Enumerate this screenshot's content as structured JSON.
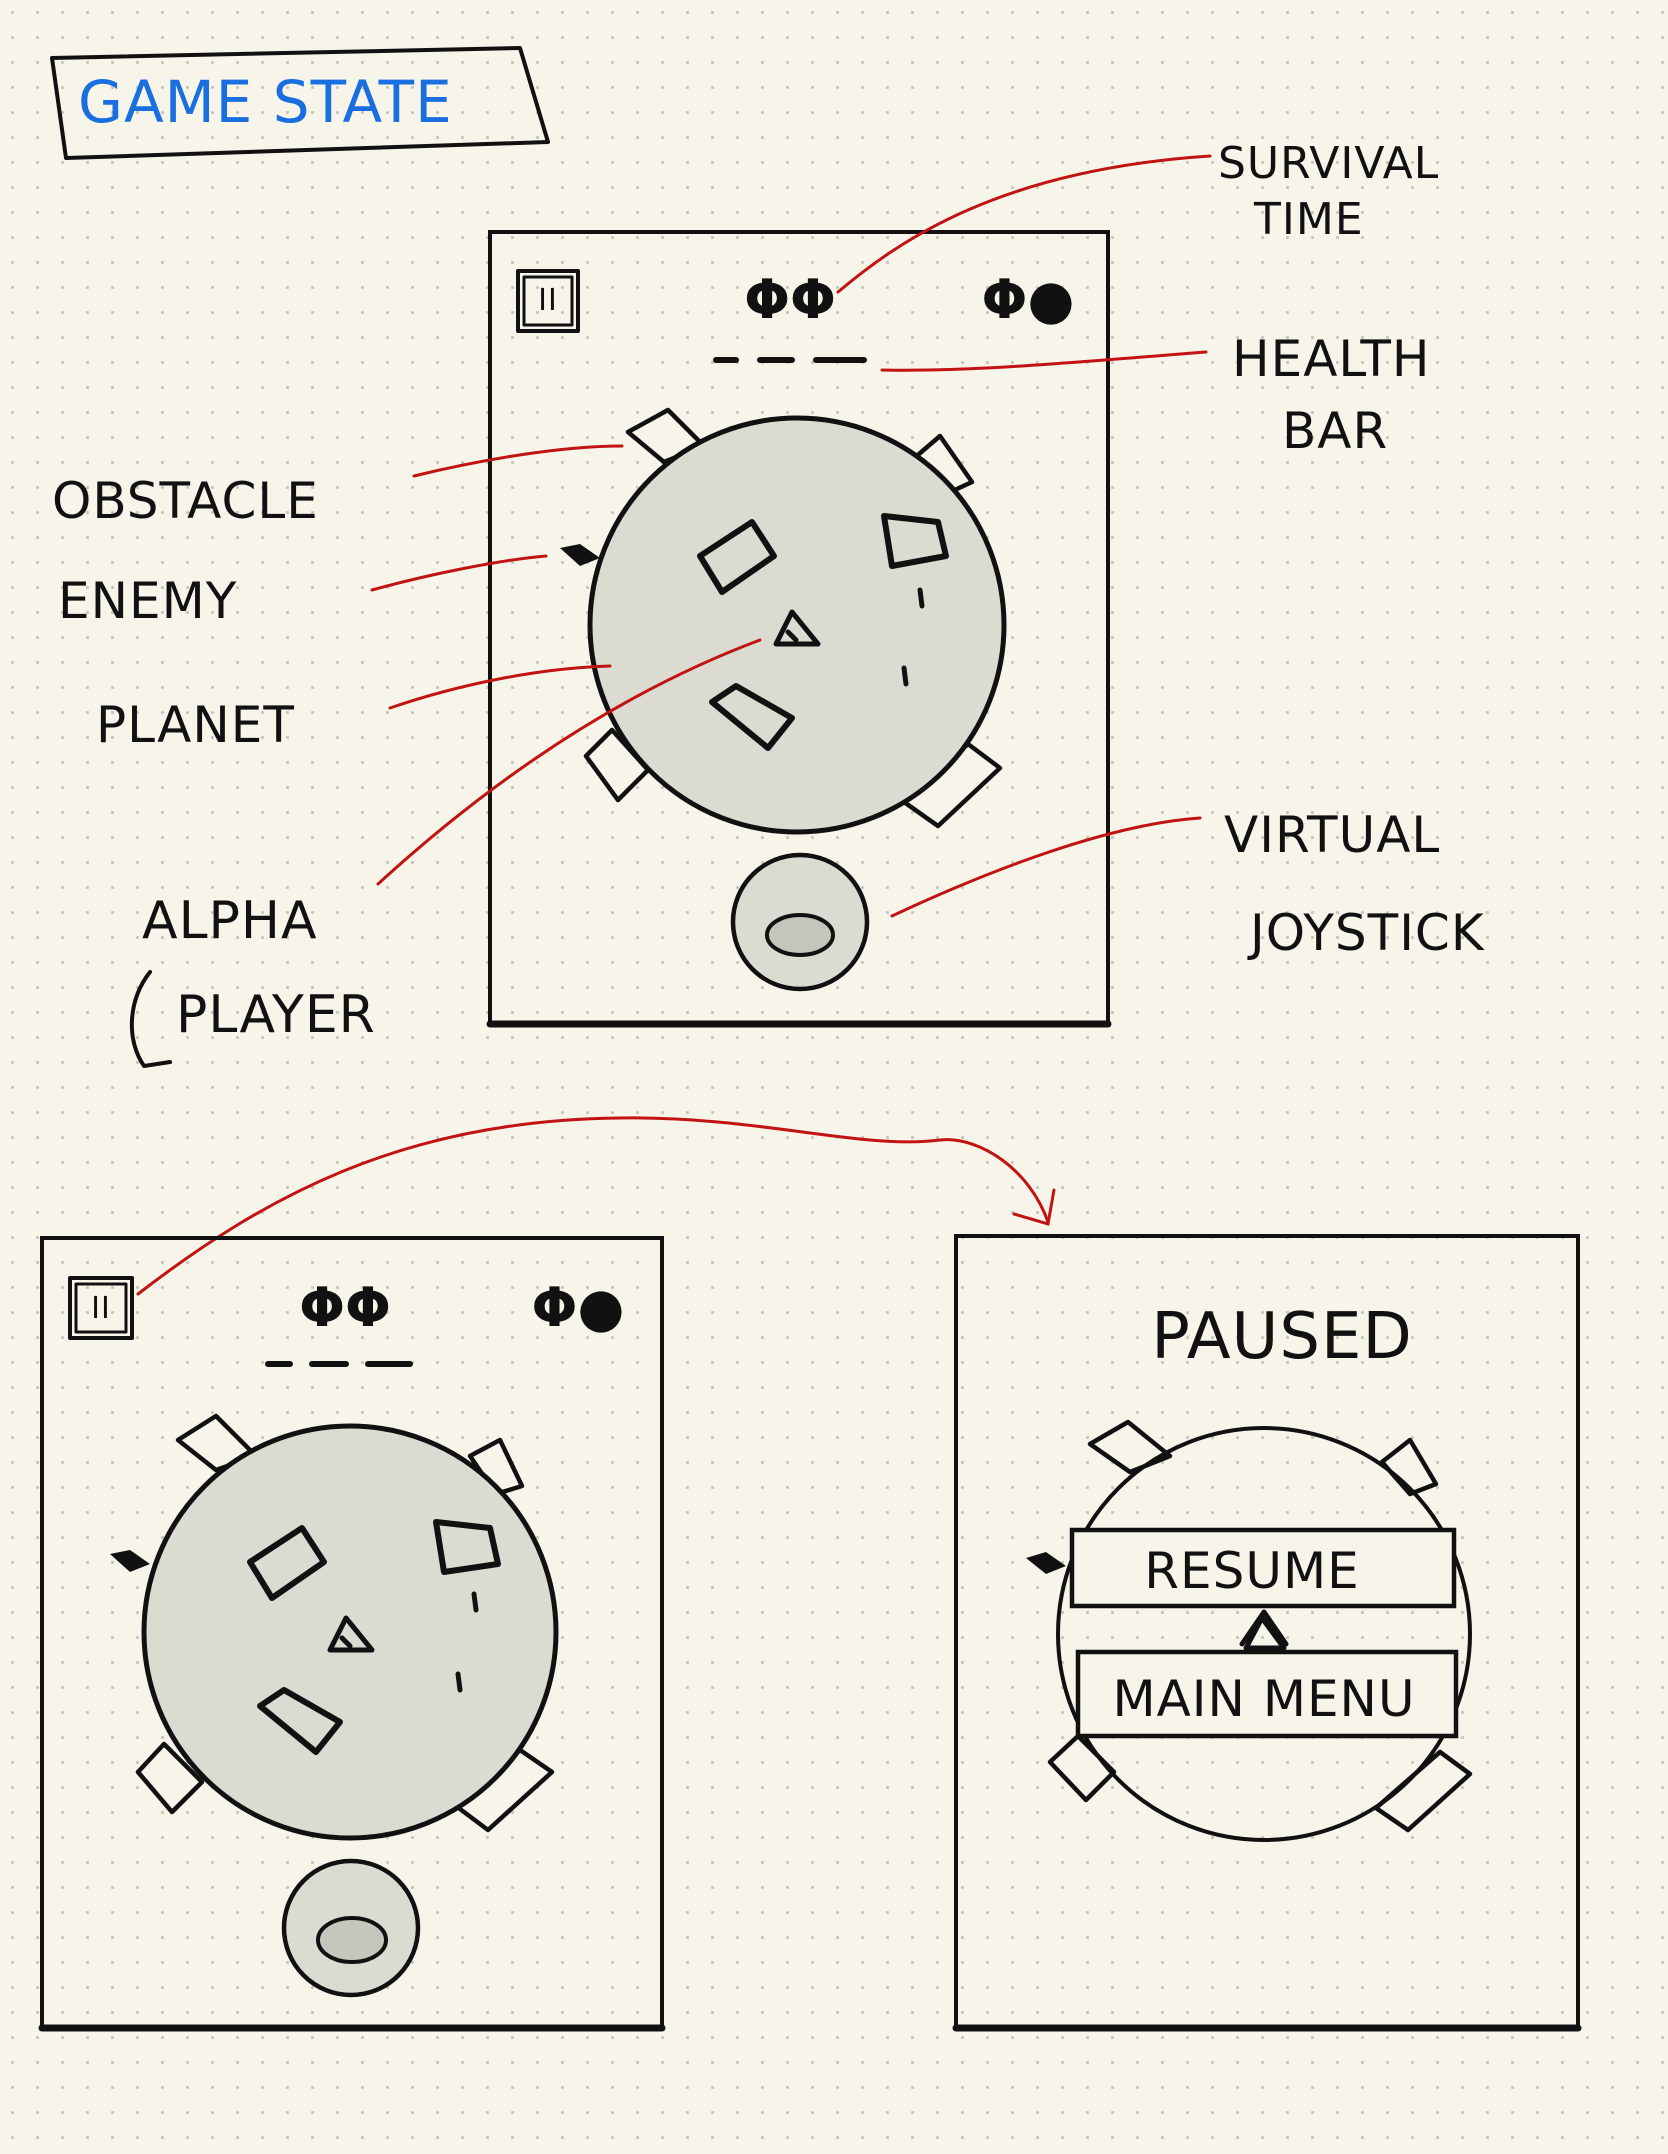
{
  "title": "GAME STATE",
  "screens": {
    "main": {
      "pause_label": "II",
      "survival_time": "ΦΦ",
      "score": "Φ●",
      "health_bar": "- - -"
    },
    "before_pause": {
      "pause_label": "II",
      "survival_time": "ΦΦ",
      "score": "Φ●",
      "health_bar": "- - -"
    },
    "paused": {
      "heading": "PAUSED",
      "resume_label": "RESUME",
      "main_menu_label": "MAIN MENU"
    }
  },
  "annotations": {
    "survival_time": [
      "SURVIVAL",
      "TIME"
    ],
    "health_bar": [
      "HEALTH",
      "BAR"
    ],
    "obstacle": "OBSTACLE",
    "enemy": "ENEMY",
    "planet": "PLANET",
    "player": [
      "ALPHA",
      "PLAYER"
    ],
    "joystick": [
      "VIRTUAL",
      "JOYSTICK"
    ]
  },
  "colors": {
    "ink": "#111111",
    "annotation_line": "#c21313",
    "title": "#1a6fe0",
    "planet_fill": "#dcdbd1",
    "paper": "#f7f5ea"
  }
}
